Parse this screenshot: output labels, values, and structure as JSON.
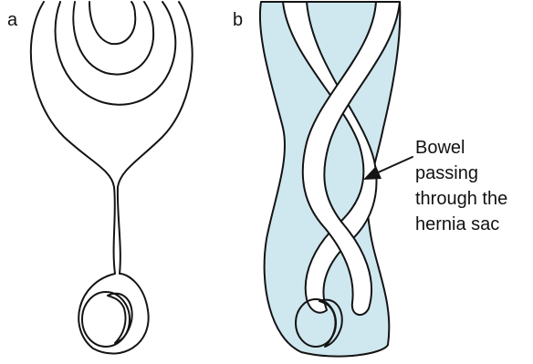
{
  "panels": {
    "a": {
      "label": "a"
    },
    "b": {
      "label": "b"
    }
  },
  "annotation": {
    "lines": [
      "Bowel",
      "passing",
      "through the",
      "hernia sac"
    ]
  },
  "colors": {
    "line": "#141414",
    "sac_fill": "#cfe8ef",
    "background": "#ffffff"
  }
}
